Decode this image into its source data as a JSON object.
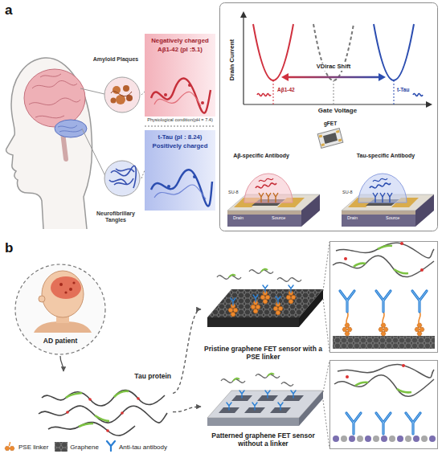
{
  "diagram": {
    "nodes": [
      {
        "text": [
          "Amyloid Plaques"
        ]
      },
      {
        "text": [
          "Negatively charged",
          "Aβ1-42 (pI :5.1)"
        ]
      },
      {
        "text": [
          "Neurofibrillary Tangles"
        ]
      },
      {
        "text": [
          "t-Tau (pI : 8.24)",
          "Positively charged"
        ]
      },
      {
        "text": [
          "AD patient"
        ]
      },
      {
        "text": [
          "Tau protein"
        ]
      },
      {
        "text": [
          "Pristine graphene FET sensor with a PSE linker"
        ]
      },
      {
        "text": [
          "Patterned graphene FET sensor without a linker"
        ]
      }
    ],
    "edges": [
      {
        "from": 0,
        "to": 1,
        "arrow": "none"
      },
      {
        "from": 2,
        "to": 3,
        "arrow": "none"
      },
      {
        "from": 4,
        "to": 5,
        "arrow": "to"
      },
      {
        "from": 5,
        "to": 6,
        "arrow": "to"
      },
      {
        "from": 5,
        "to": 7,
        "arrow": "to"
      }
    ],
    "labels": [
      "a",
      "Physiological condition(pH = 7.4)",
      "Drain Current",
      "Gate Voltage",
      "VDirac Shift",
      "Aβ1-42",
      "t-Tau",
      "gFET",
      "Aβ-specific Antibody",
      "Tau-specific Antibody",
      "SU-8",
      "Drain",
      "Source",
      "SU-8",
      "Drain",
      "Source",
      "b"
    ],
    "legend": [
      {
        "text": "PSE linker"
      },
      {
        "text": "Graphene"
      },
      {
        "text": "Anti-tau antibody"
      }
    ]
  }
}
